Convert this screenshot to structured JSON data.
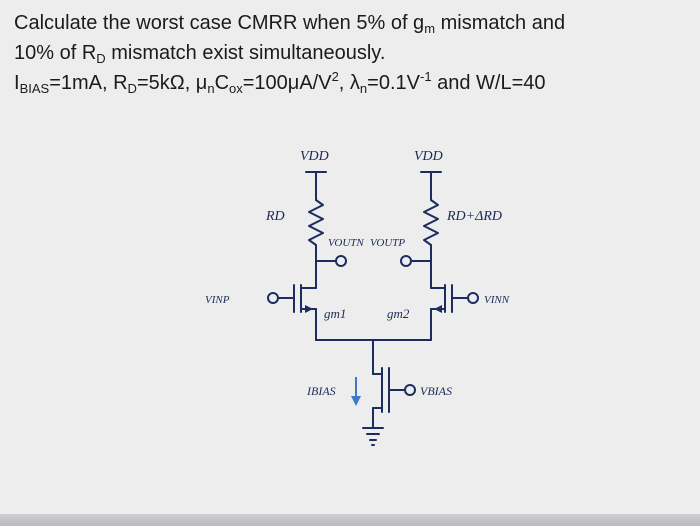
{
  "problem": {
    "line1_pre": "Calculate the worst case CMRR when 5% of g",
    "line1_sub": "m",
    "line1_post": " mismatch and",
    "line2_pre": "10% of R",
    "line2_sub": "D",
    "line2_post": " mismatch exist simultaneously.",
    "params": {
      "ibias_main": "I",
      "ibias_sub": "BIAS",
      "ibias_value": "=1mA, R",
      "rd_sub": "D",
      "rd_value": "=5kΩ, μ",
      "mu_sub": "n",
      "c_main": "C",
      "cox_sub": "ox",
      "cox_value": "=100μA/V",
      "cox_sup": "2",
      "lambda_main": ", λ",
      "lambda_sub": "n",
      "lambda_value": "=0.1V",
      "lambda_sup": "-1",
      "wl": " and W/L=40"
    }
  },
  "circuit": {
    "vdd_left": "VDD",
    "vdd_right": "VDD",
    "rd_left": "RD",
    "rd_right": "RD+ΔRD",
    "voutn": "VOUTN",
    "voutp": "VOUTP",
    "vinp": "VINP",
    "vinn": "VINN",
    "gm1": "gm1",
    "gm2": "gm2",
    "ibias": "IBIAS",
    "vbias": "VBIAS"
  },
  "colors": {
    "wire": "#1c2c5e",
    "arrow_blue": "#3a78c8",
    "text": "#1b1b1b",
    "background": "#ededed"
  }
}
